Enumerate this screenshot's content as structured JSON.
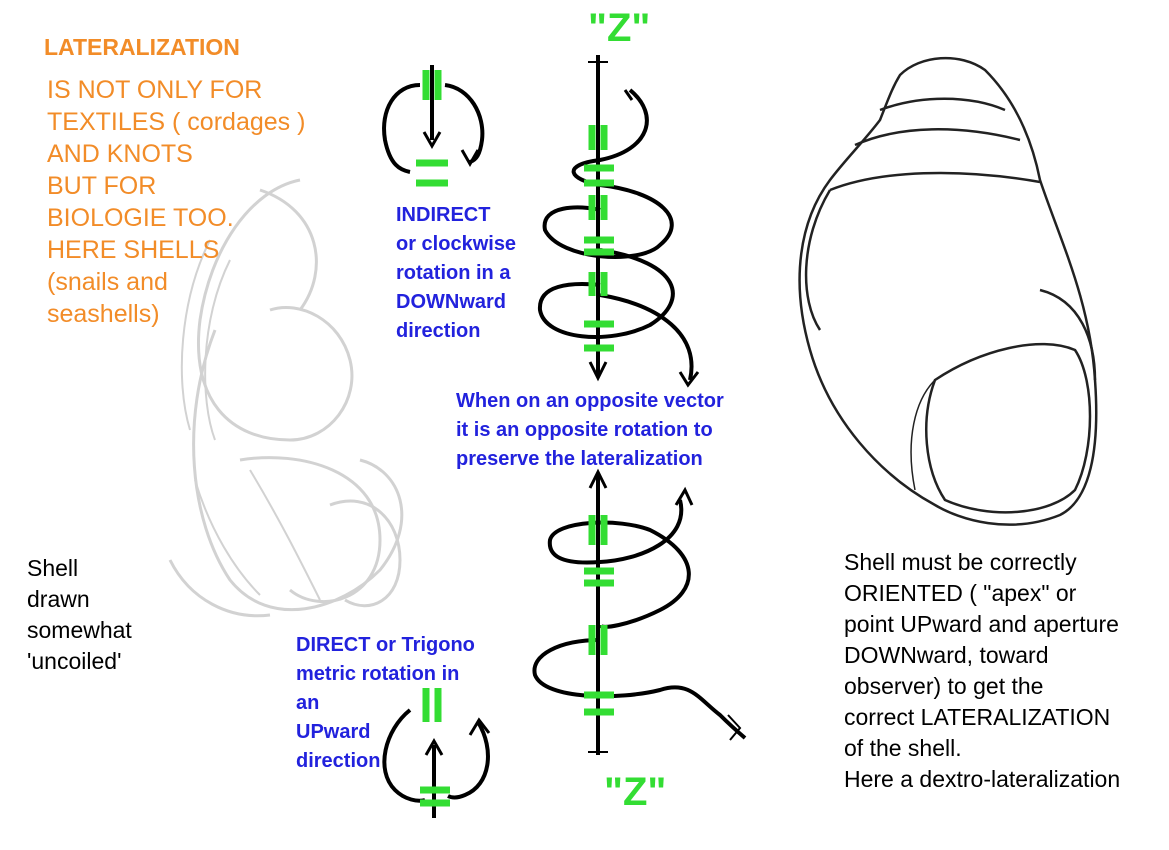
{
  "title": "LATERALIZATION",
  "intro_lines": "IS NOT ONLY FOR\nTEXTILES ( cordages )\nAND KNOTS\nBUT FOR\nBIOLOGIE TOO.\nHERE SHELLS\n(snails and\nseashells)",
  "z_label_top": "\"Z\"",
  "z_label_bottom": "\"Z\"",
  "indirect_label": "INDIRECT\nor clockwise\nrotation in a\nDOWNward\n     direction",
  "opposite_label": "When on an opposite vector\nit is an opposite rotation to\npreserve the lateralization",
  "direct_label": "DIRECT or Trigono\nmetric rotation in\nan\nUPward\ndirection",
  "shell_uncoiled_label": "Shell\ndrawn\nsomewhat\n'uncoiled'",
  "orientation_note": " Shell must be correctly\nORIENTED ( \"apex\" or\npoint UPward and aperture\nDOWNward, toward\nobserver) to get the\ncorrect LATERALIZATION\nof the shell.\nHere a dextro-lateralization",
  "colors": {
    "orange": "#f28c28",
    "blue": "#2222dd",
    "green": "#33dd33",
    "black": "#000000"
  }
}
